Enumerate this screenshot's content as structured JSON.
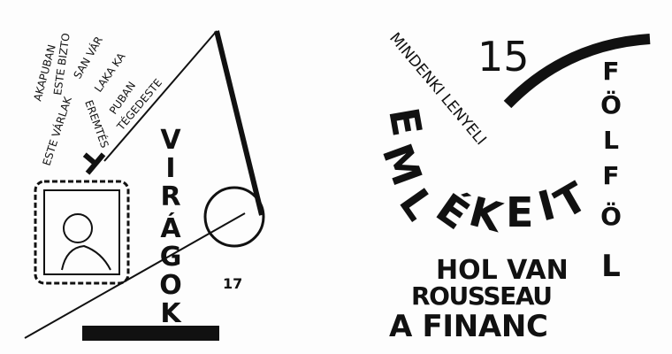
{
  "left_poem": {
    "fragments": [
      "ESTE VÁRLAK",
      "AKAPUBAN",
      "ESTE BIZTO",
      "SAN VÁR",
      "LAKA KA",
      "PUBAN",
      "TÉGEDESTE",
      "EREMTÉS"
    ],
    "title_letters": [
      "V",
      "I",
      "R",
      "Á",
      "G",
      "O",
      "K"
    ],
    "title": "VIRÁGOK",
    "page_number": "17"
  },
  "right_poem": {
    "page_number": "15",
    "line1": "MINDENKI LENYELI",
    "arc_letters": [
      "E",
      "M",
      "L",
      "É",
      "K",
      "E",
      "I",
      "T"
    ],
    "arc_word": "EMLÉKEIT",
    "lines": [
      "HOL VAN",
      "ROUSSEAU",
      "A FINANC"
    ],
    "vertical_letters": [
      "F",
      "Ö",
      "L",
      "F",
      "Ö",
      "L"
    ],
    "vertical_word": "FÖLFÖL"
  }
}
